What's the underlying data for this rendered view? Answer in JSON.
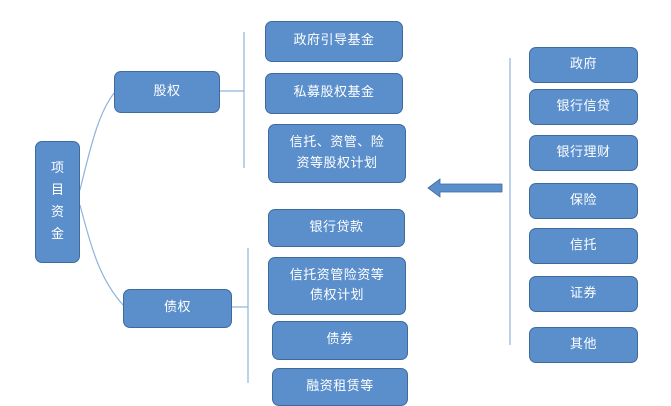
{
  "root": {
    "label": "项目资金"
  },
  "equity": {
    "label": "股权",
    "items": [
      "政府引导基金",
      "私募股权基金",
      "信托、资管、险\n资等股权计划"
    ]
  },
  "debt": {
    "label": "债权",
    "items": [
      "银行贷款",
      "信托资管险资等\n债权计划",
      "债券",
      "融资租赁等"
    ]
  },
  "sources": {
    "items": [
      "政府",
      "银行信贷",
      "银行理财",
      "保险",
      "信托",
      "证券",
      "其他"
    ]
  },
  "colors": {
    "box_fill": "#5b8fcc",
    "box_border": "#3e6a9e",
    "connector": "#8eb4dc",
    "arrow_fill": "#5b8fcc"
  }
}
